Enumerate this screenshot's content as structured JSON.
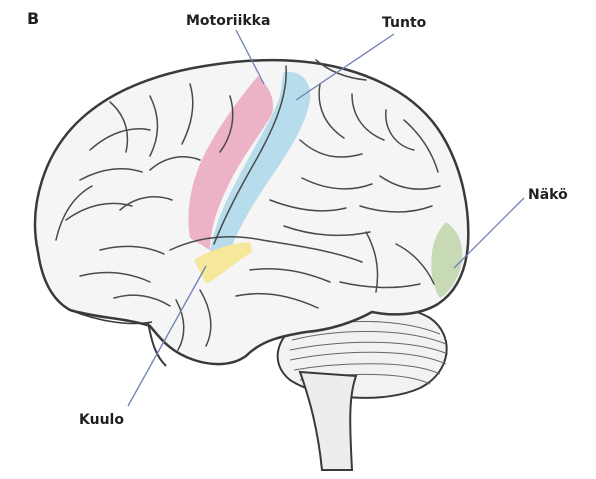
{
  "figure": {
    "panel_letter": "B",
    "labels": {
      "motor": "Motoriikka",
      "touch": "Tunto",
      "vision": "Näkö",
      "hearing": "Kuulo"
    }
  },
  "colors": {
    "motor_region": "#ecb3c6",
    "touch_region": "#b7dcec",
    "vision_region": "#c8d9b5",
    "hearing_region": "#f6e89a",
    "leader_line": "#6f7fb6",
    "outline": "#3a3a3a"
  }
}
